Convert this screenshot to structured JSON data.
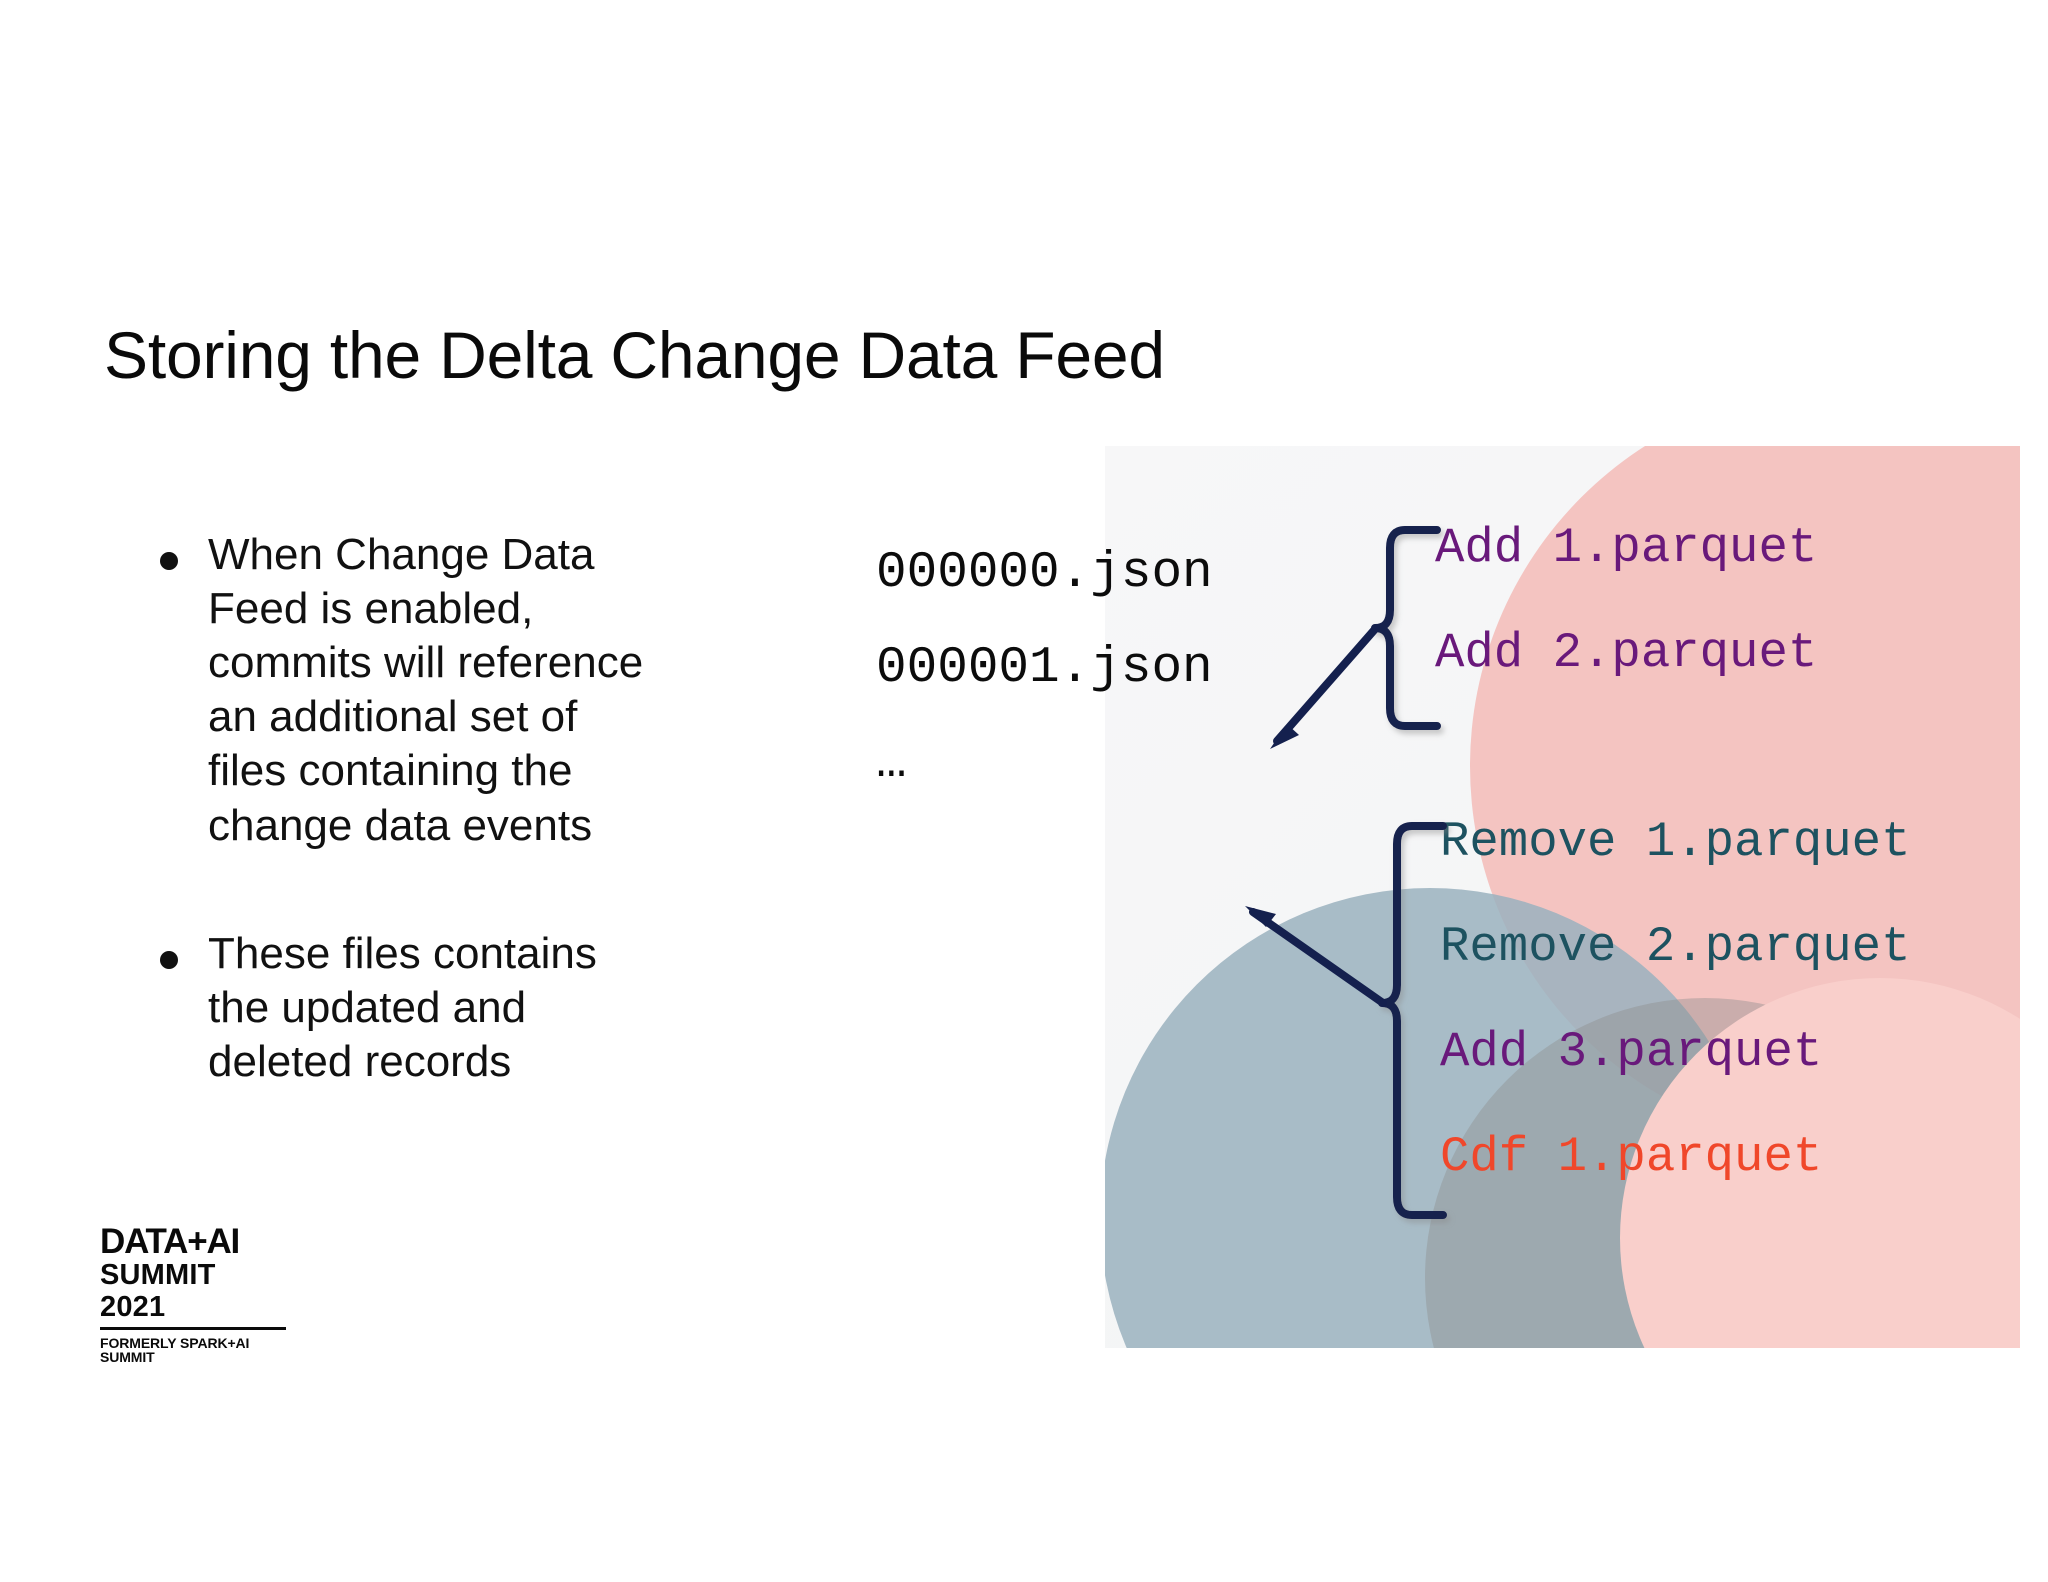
{
  "slide": {
    "title": "Storing the Delta Change Data Feed",
    "bullets": [
      "When Change Data Feed is enabled, commits will reference an additional set of files containing the change data events",
      "These files contains the updated and deleted records"
    ]
  },
  "logo": {
    "line1": "DATA+AI",
    "line2": "SUMMIT 2021",
    "line3": "FORMERLY SPARK+AI SUMMIT"
  },
  "diagram": {
    "log_files": [
      {
        "name": "000000.json"
      },
      {
        "name": "000001.json"
      },
      {
        "name": "…"
      }
    ],
    "commit_groups": [
      {
        "id": "commit-0-entries",
        "entries": [
          {
            "action": "Add",
            "file": "1.parquet",
            "text": "Add 1.parquet",
            "kind": "add"
          },
          {
            "action": "Add",
            "file": "2.parquet",
            "text": "Add 2.parquet",
            "kind": "add"
          }
        ]
      },
      {
        "id": "commit-1-entries",
        "entries": [
          {
            "action": "Remove",
            "file": "1.parquet",
            "text": "Remove 1.parquet",
            "kind": "remove"
          },
          {
            "action": "Remove",
            "file": "2.parquet",
            "text": "Remove 2.parquet",
            "kind": "remove"
          },
          {
            "action": "Add",
            "file": "3.parquet",
            "text": "Add 3.parquet",
            "kind": "add"
          },
          {
            "action": "Cdf",
            "file": "1.parquet",
            "text": "Cdf 1.parquet",
            "kind": "cdf"
          }
        ]
      }
    ]
  },
  "colors": {
    "add": "#69197B",
    "remove": "#1D5260",
    "cdf": "#F0472A",
    "connector": "#14204E",
    "blob_pink": "#F4C4C1",
    "blob_pink_light": "#F9CFCB",
    "blob_blue": "#9AB2BE",
    "panel_background": "#F5F5F6",
    "text": "#111111"
  }
}
